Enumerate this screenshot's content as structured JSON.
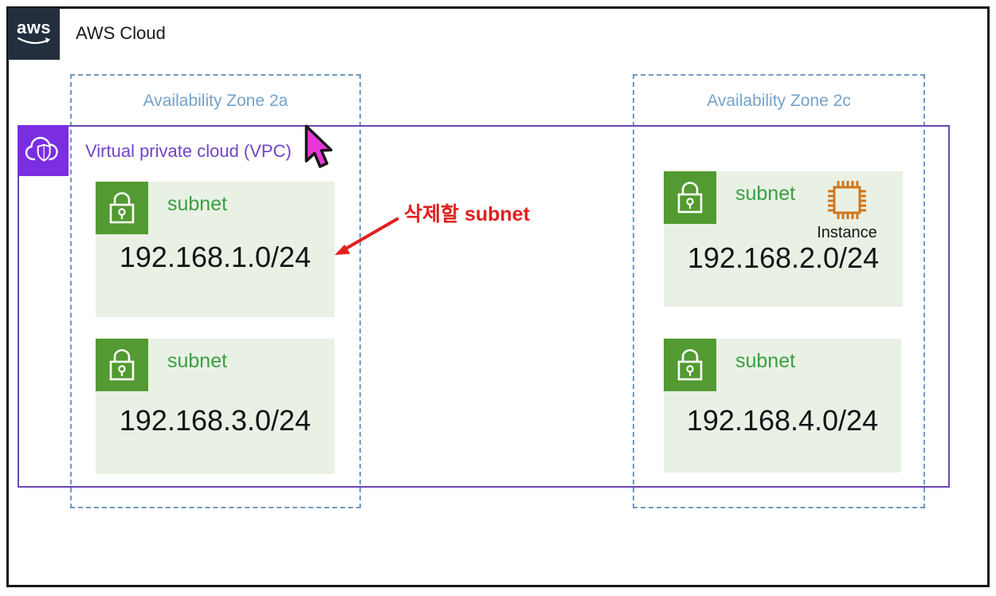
{
  "diagram": {
    "aws_cloud": {
      "logo_text": "aws",
      "title": "AWS Cloud"
    },
    "vpc": {
      "label": "Virtual private cloud (VPC)"
    },
    "availability_zones": [
      {
        "label": "Availability Zone 2a"
      },
      {
        "label": "Availability Zone 2c"
      }
    ],
    "subnets": [
      {
        "zone": "2a",
        "label": "subnet",
        "cidr": "192.168.1.0/24"
      },
      {
        "zone": "2c",
        "label": "subnet",
        "cidr": "192.168.2.0/24",
        "instance_label": "Instance"
      },
      {
        "zone": "2a",
        "label": "subnet",
        "cidr": "192.168.3.0/24"
      },
      {
        "zone": "2c",
        "label": "subnet",
        "cidr": "192.168.4.0/24"
      }
    ],
    "annotation": {
      "text": "삭제할 subnet",
      "points_to": "192.168.1.0/24"
    },
    "colors": {
      "az_border": "#6f99c2",
      "az_label": "#74a2cb",
      "vpc_border": "#6c47ae",
      "vpc_label": "#7144c7",
      "vpc_icon_bg": "#7b2de2",
      "subnet_bg": "#e9f1e5",
      "subnet_label_green": "#3b9e3f",
      "lock_icon_bg": "#529a31",
      "instance_icon_orange": "#d1771c",
      "annotation_red": "#e11f1f",
      "cursor_magenta": "#ea36d9",
      "logo_bg": "#232f3e",
      "frame_border": "#161616"
    }
  }
}
